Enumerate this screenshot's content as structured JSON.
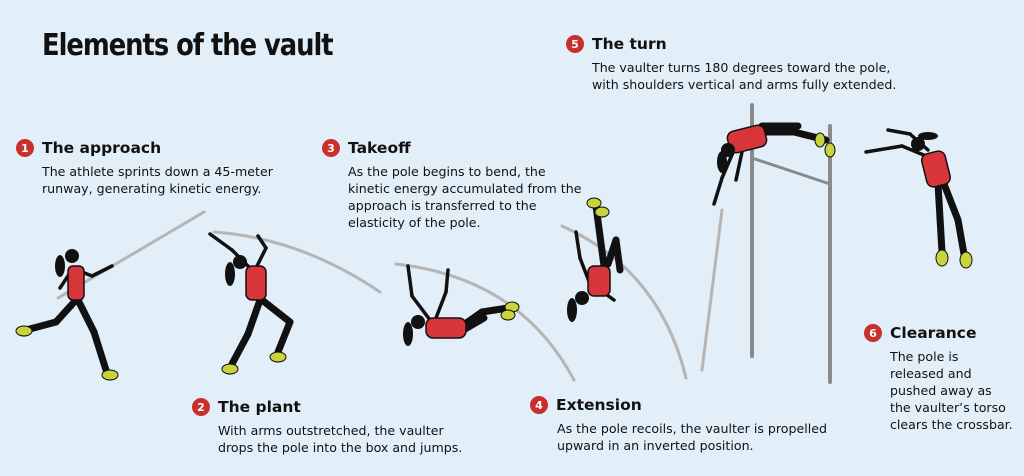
{
  "title": "Elements of the vault",
  "steps": [
    {
      "number": "1",
      "name": "The approach",
      "desc": "The athlete sprints down a 45-meter runway, generating kinetic energy."
    },
    {
      "number": "2",
      "name": "The plant",
      "desc": "With arms outstretched, the vaulter drops the pole into the box and jumps."
    },
    {
      "number": "3",
      "name": "Takeoff",
      "desc": "As the pole begins to bend, the kinetic energy accumulated from the approach is transferred to the elasticity of the pole."
    },
    {
      "number": "4",
      "name": "Extension",
      "desc": "As the pole recoils, the vaulter is propelled upward in an inverted position."
    },
    {
      "number": "5",
      "name": "The turn",
      "desc": "The vaulter turns 180 degrees toward the pole, with shoulders vertical and arms fully extended."
    },
    {
      "number": "6",
      "name": "Clearance",
      "desc": "The pole is released and pushed away as the vaulter’s torso clears the crossbar."
    }
  ],
  "colors": {
    "background": "#e2eff9",
    "accent": "#c9302c",
    "jersey": "#d8353a",
    "shoes": "#c8d43a",
    "pole": "#b5b5b5",
    "standards": "#8a8a8a"
  }
}
